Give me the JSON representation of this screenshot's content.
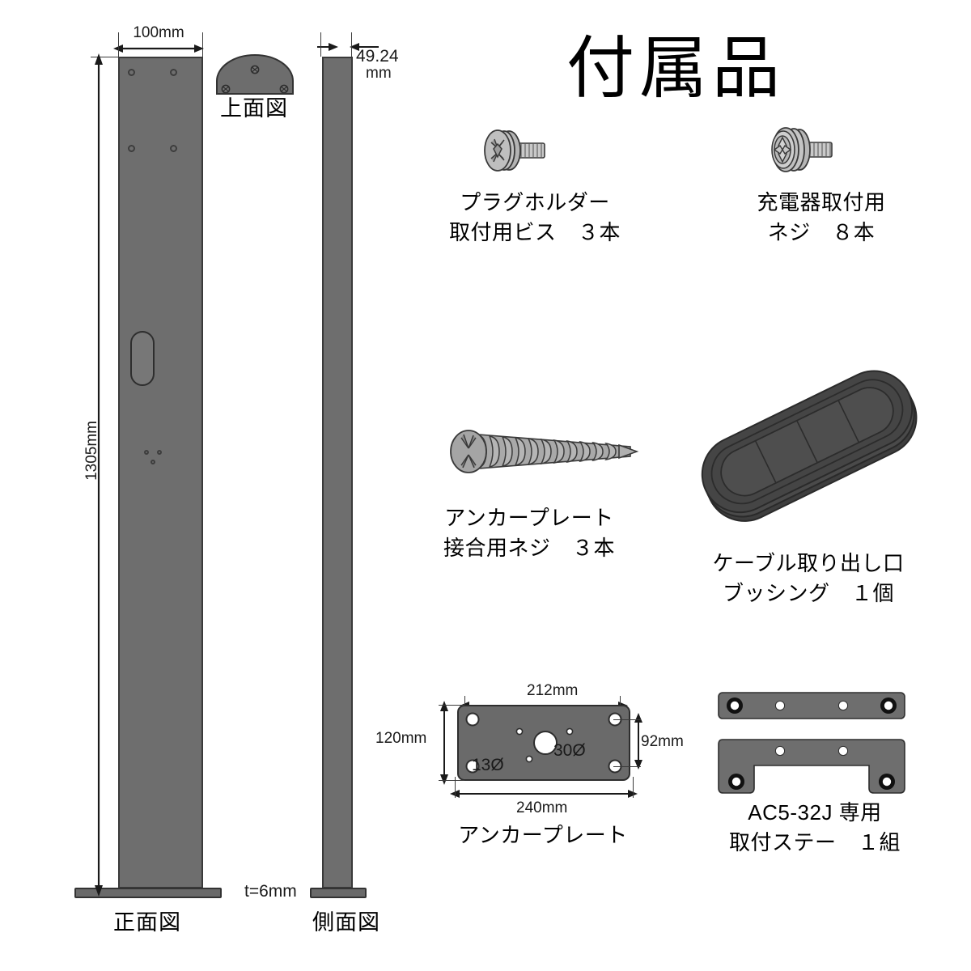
{
  "title": "付属品",
  "drawing": {
    "front_view": {
      "caption": "正面図",
      "width_dim": "100mm",
      "height_dim": "1305mm"
    },
    "top_view": {
      "caption": "上面図"
    },
    "side_view": {
      "caption": "側面図",
      "depth_dim": "49.24",
      "depth_unit": "mm",
      "thickness_note": "t=6mm"
    }
  },
  "parts": [
    {
      "id": "plug-holder-screw",
      "icon": "pan-head-screw-icon",
      "label_line1": "プラグホルダー",
      "label_line2": "取付用ビス　３本"
    },
    {
      "id": "charger-screw",
      "icon": "flange-bolt-icon",
      "label_line1": "充電器取付用",
      "label_line2": "ネジ　８本"
    },
    {
      "id": "anchor-plate-screw",
      "icon": "flat-head-tapping-screw-icon",
      "label_line1": "アンカープレート",
      "label_line2": "接合用ネジ　３本"
    },
    {
      "id": "cable-bushing",
      "icon": "oval-grommet-icon",
      "label_line1": "ケーブル取り出し口",
      "label_line2": "ブッシング　１個"
    },
    {
      "id": "anchor-plate",
      "icon": "anchor-plate-icon",
      "label_line1": "アンカープレート",
      "label_line2": ""
    },
    {
      "id": "mounting-stay",
      "icon": "mounting-stay-icon",
      "label_line1": "AC5-32J 専用",
      "label_line2": "取付ステー　１組"
    }
  ],
  "anchor_plate_dims": {
    "hole_pitch_width": "212mm",
    "overall_width": "240mm",
    "overall_height": "120mm",
    "hole_pitch_height": "92mm",
    "center_hole": "30Ø",
    "corner_hole": "13Ø"
  },
  "colors": {
    "metal": "#6e6e6e",
    "metal_dark": "#444444",
    "outline": "#333333",
    "text": "#000000",
    "background": "#ffffff"
  }
}
